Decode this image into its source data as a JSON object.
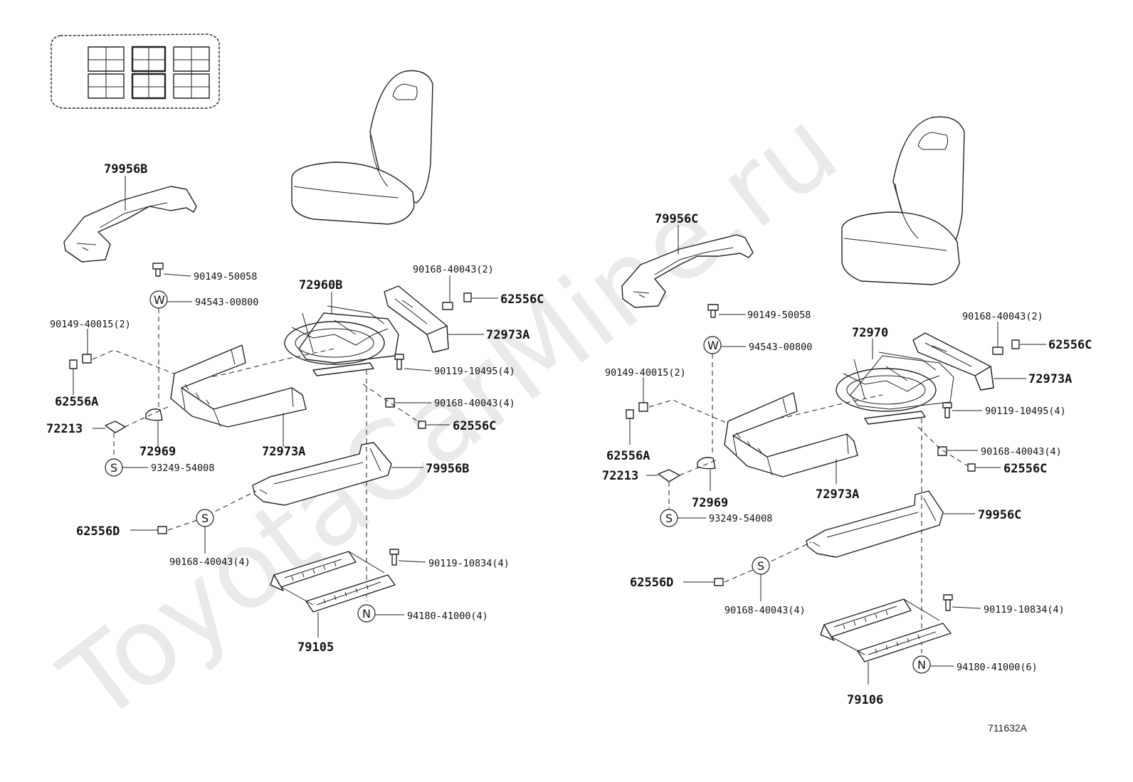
{
  "watermark": "ToyotaCarMine.ru",
  "diagram_code": "711632A",
  "left": {
    "labels": {
      "p79956b_top": "79956B",
      "p90149_50058": "90149-50058",
      "p94543_00800": "94543-00800",
      "p72960b": "72960B",
      "p90168_40043_2": "90168-40043(2)",
      "p62556c_top": "62556C",
      "p90149_40015": "90149-40015(2)",
      "p72973a_right": "72973A",
      "p90119_10495": "90119-10495(4)",
      "p62556a": "62556A",
      "p90168_40043_4a": "90168-40043(4)",
      "p62556c_mid": "62556C",
      "p72213": "72213",
      "p72969": "72969",
      "p72973a_bottom": "72973A",
      "p93249_54008": "93249-54008",
      "p79956b_bottom": "79956B",
      "p62556d": "62556D",
      "p90168_40043_4b": "90168-40043(4)",
      "p90119_10834": "90119-10834(4)",
      "p94180_41000": "94180-41000(4)",
      "p79105": "79105"
    },
    "circles": {
      "w": "W",
      "s1": "S",
      "s2": "S",
      "n": "N"
    }
  },
  "right": {
    "labels": {
      "p79956c_top": "79956C",
      "p90149_50058": "90149-50058",
      "p94543_00800": "94543-00800",
      "p90168_40043_2": "90168-40043(2)",
      "p62556c_top": "62556C",
      "p72970": "72970",
      "p72973a_right": "72973A",
      "p90149_40015": "90149-40015(2)",
      "p90119_10495": "90119-10495(4)",
      "p90168_40043_4a": "90168-40043(4)",
      "p62556a": "62556A",
      "p62556c_mid": "62556C",
      "p72213": "72213",
      "p72969": "72969",
      "p72973a_bottom": "72973A",
      "p93249_54008": "93249-54008",
      "p79956c_bottom": "79956C",
      "p62556d": "62556D",
      "p90168_40043_4b": "90168-40043(4)",
      "p90119_10834": "90119-10834(4)",
      "p94180_41000": "94180-41000(6)",
      "p79106": "79106"
    },
    "circles": {
      "w": "W",
      "s1": "S",
      "s2": "S",
      "n": "N"
    }
  }
}
